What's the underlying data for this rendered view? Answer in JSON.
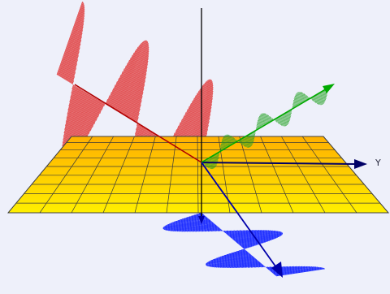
{
  "scene": {
    "background": "#eef0fa",
    "plane_color": "#ffee00",
    "plane_shadow": "#e8b400",
    "grid_line_color": "#3a3a3a",
    "axes": {
      "x": {
        "color": "#b00000",
        "label": ""
      },
      "y": {
        "color": "#000066",
        "label": "Y"
      },
      "z": {
        "color": "#000000",
        "label": ""
      },
      "neg_z": {
        "color": "#0000aa",
        "label": ""
      },
      "diagonal": {
        "color": "#00aa00",
        "label": ""
      }
    },
    "waves": [
      {
        "name": "red-wave",
        "color": "#e03030"
      },
      {
        "name": "blue-wave",
        "color": "#2030ff"
      },
      {
        "name": "green-wave",
        "color": "#20a020"
      }
    ],
    "icons": [
      "arrowhead"
    ]
  }
}
